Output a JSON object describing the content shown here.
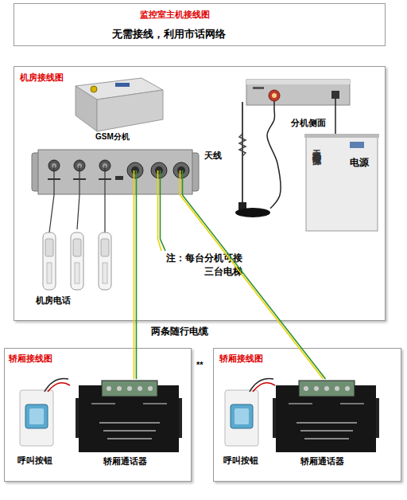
{
  "diagram": {
    "nodes": [
      {
        "text": [
          "监控室主机接线图",
          "无需接线，利用市话网络"
        ]
      },
      {
        "text": [
          "机房接线图"
        ]
      },
      {
        "text": [
          "GSM分机"
        ],
        "in": 1
      },
      {
        "text": [
          "分机侧面"
        ],
        "in": 1
      },
      {
        "text": [
          "天线"
        ],
        "in": 1
      },
      {
        "text": [
          "电源",
          "无线对讲专用电源"
        ],
        "in": 1
      },
      {
        "text": [
          "机房电话"
        ],
        "in": 1
      },
      {
        "text": [
          "轿厢接线图"
        ]
      },
      {
        "text": [
          "呼叫按钮"
        ],
        "in": 7
      },
      {
        "text": [
          "轿厢通话器"
        ],
        "in": 7
      },
      {
        "text": [
          "轿厢接线图"
        ]
      },
      {
        "text": [
          "呼叫按钮"
        ],
        "in": 10
      },
      {
        "text": [
          "轿厢通话器"
        ],
        "in": 10
      }
    ],
    "edges": [
      {
        "from": 2,
        "to": 6,
        "arrow": "none"
      },
      {
        "from": 2,
        "to": 9,
        "arrow": "none"
      },
      {
        "from": 2,
        "to": 12,
        "arrow": "none"
      },
      {
        "from": 4,
        "to": 3,
        "arrow": "none"
      },
      {
        "from": 5,
        "to": 3,
        "arrow": "none"
      }
    ],
    "labels": [
      "注：每台分机可接三台电梯",
      "两条随行电缆",
      "**"
    ]
  }
}
